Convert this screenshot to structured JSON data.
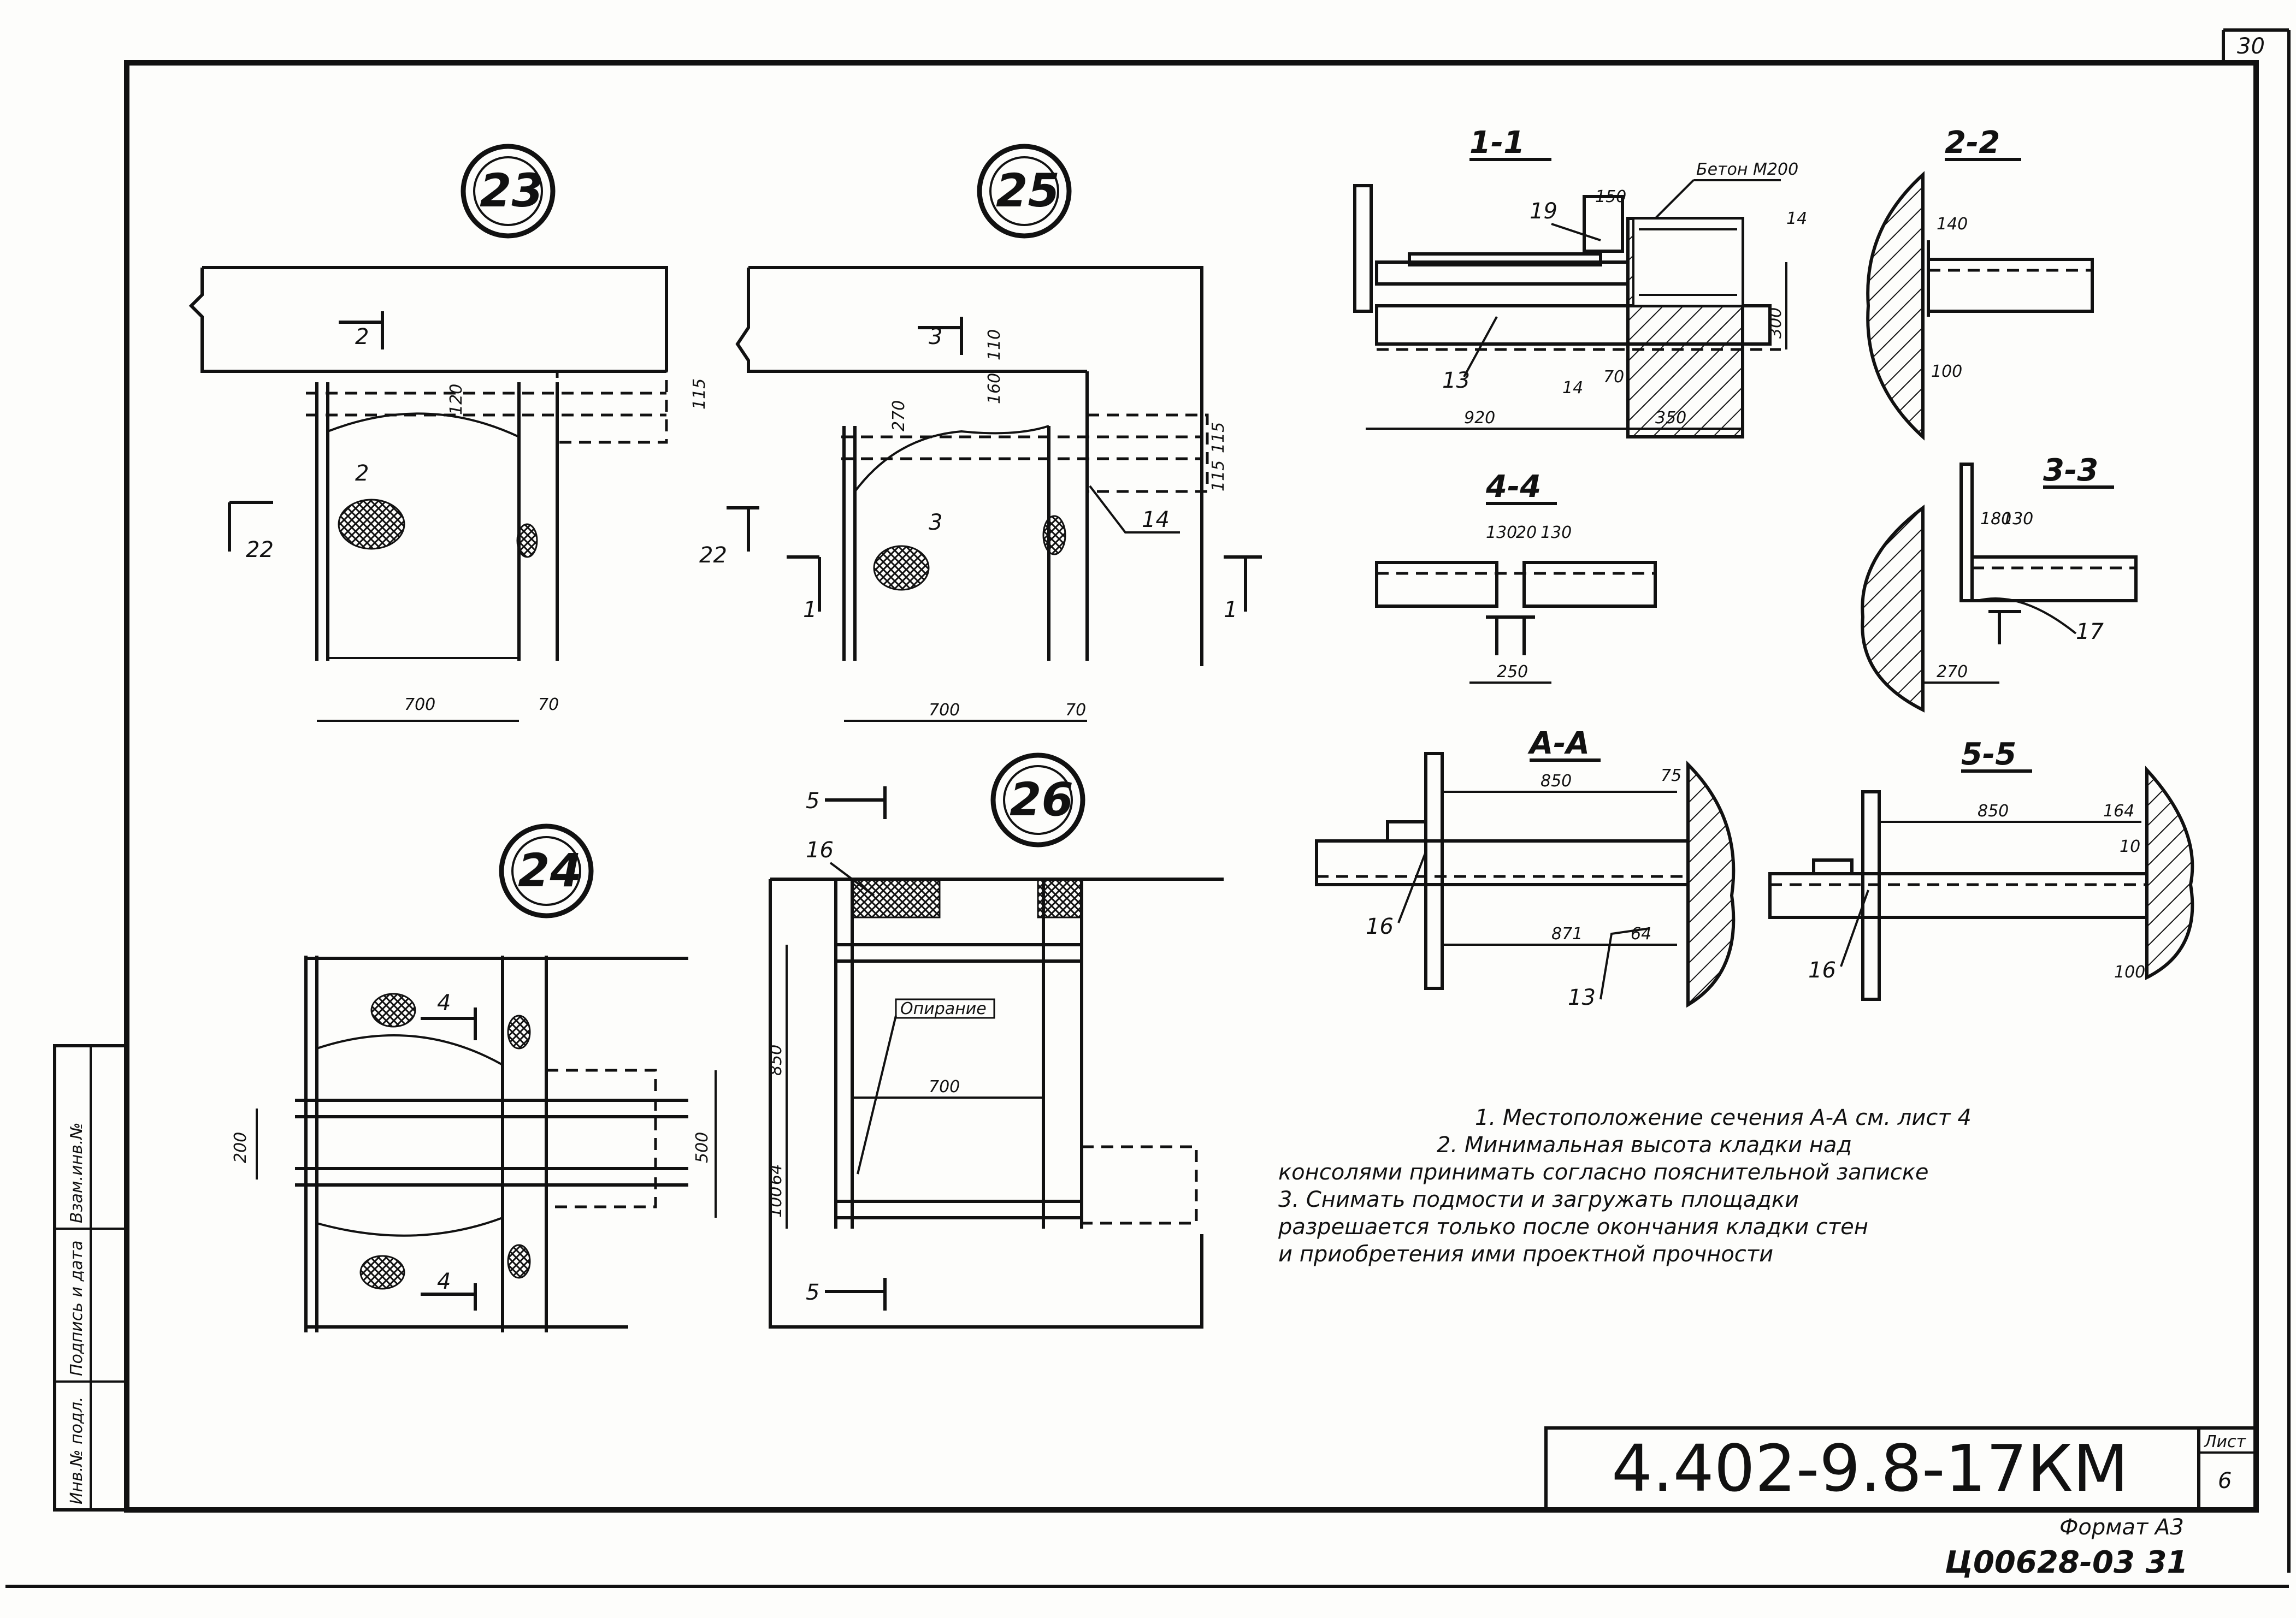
{
  "sheet": {
    "page_number": "30",
    "sheet_label": "Лист",
    "sheet_number": "6",
    "document_code": "4.402-9.8-17КМ",
    "format": "Формат А3",
    "inventory": "Ц00628-03 31"
  },
  "side_stamp": {
    "inv_no_podl": "Инв.№ подл.",
    "podpis_data": "Подпись и дата",
    "vzam_inv": "Взам.инв.№"
  },
  "nodes": {
    "n23": "23",
    "n24": "24",
    "n25": "25",
    "n26": "26"
  },
  "sections": {
    "s11": "1-1",
    "s22": "2-2",
    "s33": "3-3",
    "s44": "4-4",
    "saa": "А-А",
    "s55": "5-5"
  },
  "labels": {
    "beton": "Бетон М200",
    "opirane": "Опирание",
    "mark_2": "2",
    "mark_3": "3",
    "mark_4": "4",
    "mark_5": "5",
    "mark_22": "22",
    "mark_1": "1",
    "pos_13": "13",
    "pos_14": "14",
    "pos_16": "16",
    "pos_17": "17",
    "pos_19": "19"
  },
  "dims": {
    "d700": "700",
    "d70": "70",
    "d120": "120",
    "d115": "115",
    "d270": "270",
    "d160": "160",
    "d110": "110",
    "d200": "200",
    "d500": "500",
    "d850": "850",
    "d64": "64",
    "d100": "100",
    "d150": "150",
    "d300": "300",
    "d920": "920",
    "d350": "350",
    "d140": "140",
    "d130": "130",
    "d20": "20",
    "d250": "250",
    "d180": "180",
    "d871": "871",
    "d75": "75",
    "d164": "164",
    "d10": "10"
  },
  "notes": [
    "1. Местоположение сечения А-А см. лист 4",
    "2. Минимальная высота кладки над",
    "консолями принимать согласно пояснительной записке",
    "3. Снимать подмости и загружать площадки",
    "разрешается только после окончания кладки стен",
    "и приобретения ими проектной прочности"
  ]
}
